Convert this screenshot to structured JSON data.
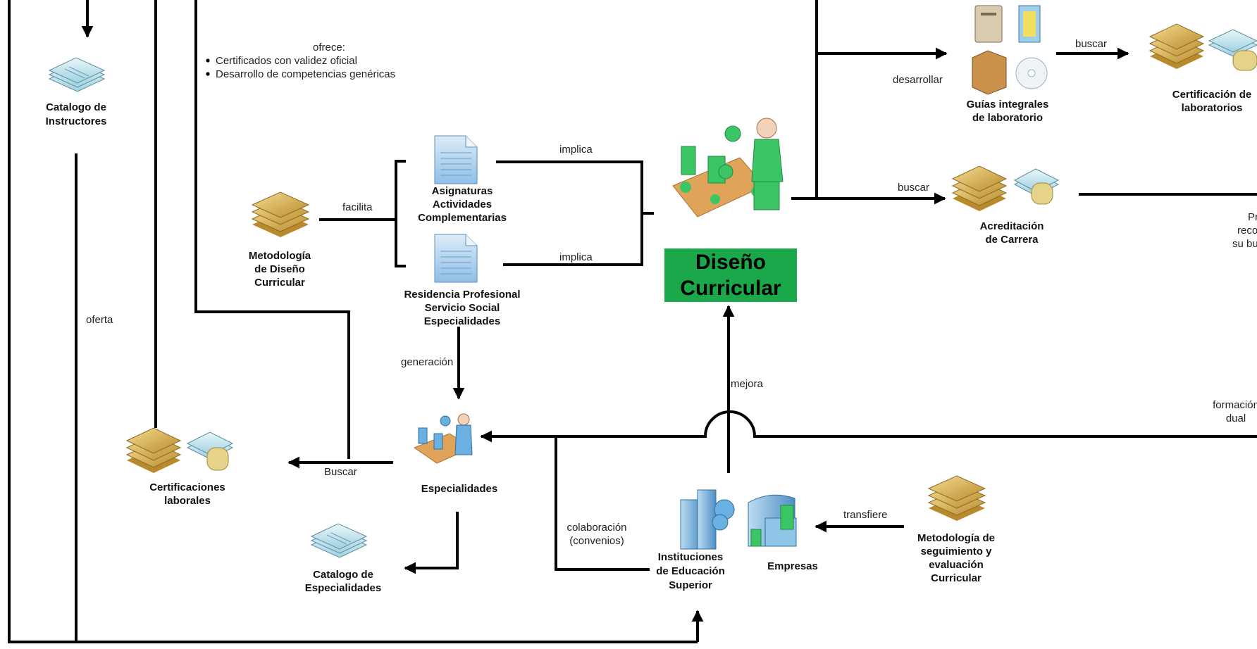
{
  "colors": {
    "title_box": "#1aa84a",
    "line": "#000000",
    "db_gold": "#d9b24c",
    "db_cyan": "#bfe3ee",
    "doc_blue": "#a8cdea",
    "robot_green": "#3cc564",
    "building_blue": "#7fb6de"
  },
  "title": {
    "line1": "Diseño",
    "line2": "Curricular"
  },
  "ofrece": {
    "heading": "ofrece:",
    "items": [
      "Certificados con validez oficial",
      "Desarrollo de competencias genéricas"
    ]
  },
  "nodes": {
    "catalogo_instructores": {
      "icon": "stack-doc-icon",
      "lines": [
        "Catalogo de",
        "Instructores"
      ]
    },
    "metodologia_diseno": {
      "icon": "database-icon",
      "lines": [
        "Metodología",
        "de Diseño",
        "Curricular"
      ]
    },
    "asignaturas": {
      "icon": "document-icon",
      "lines": [
        "Asignaturas",
        "Actividades",
        "Complementarias"
      ]
    },
    "residencia": {
      "icon": "document-icon",
      "lines": [
        "Residencia Profesional",
        "Servicio Social",
        "Especialidades"
      ]
    },
    "guias": {
      "icon": "lab-resources-icon",
      "lines": [
        "Guías integrales",
        "de laboratorio"
      ]
    },
    "cert_laboratorios": {
      "icon": "database-certificate-icon",
      "lines": [
        "Certificación de",
        "laboratorios"
      ]
    },
    "acreditacion": {
      "icon": "database-certificate-icon",
      "lines": [
        "Acreditación",
        "de Carrera"
      ]
    },
    "cert_laborales": {
      "icon": "database-certificate-icon",
      "lines": [
        "Certificaciones",
        "laborales"
      ]
    },
    "especialidades": {
      "icon": "assembly-worker-icon",
      "lines": [
        "Especialidades"
      ]
    },
    "catalogo_especialidades": {
      "icon": "stack-doc-icon",
      "lines": [
        "Catalogo de",
        "Especialidades"
      ]
    },
    "instituciones": {
      "icon": "buildings-icon",
      "lines": [
        "Instituciones",
        "de Educación",
        "Superior"
      ]
    },
    "empresas": {
      "icon": "office-building-icon",
      "lines": [
        "Empresas"
      ]
    },
    "metodologia_seguimiento": {
      "icon": "database-icon",
      "lines": [
        "Metodología de",
        "seguimiento y",
        "evaluación",
        "Curricular"
      ]
    }
  },
  "labels": {
    "facilita": "facilita",
    "implica_1": "implica",
    "implica_2": "implica",
    "desarrollar": "desarrollar",
    "buscar_1": "buscar",
    "buscar_2": "buscar",
    "generacion": "generación",
    "mejora": "mejora",
    "oferta": "oferta",
    "buscar_caps": "Buscar",
    "transfiere": "transfiere",
    "colaboracion": [
      "colaboración",
      "(convenios)"
    ],
    "formacion_dual": [
      "formación",
      "dual"
    ],
    "cut_right_text": [
      "Pr",
      "reco",
      "su bu"
    ]
  }
}
